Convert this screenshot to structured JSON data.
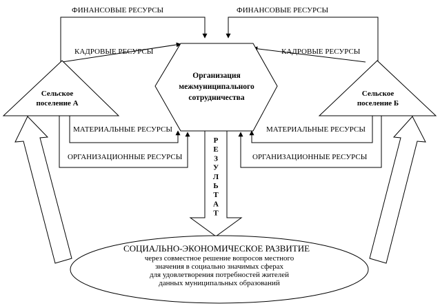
{
  "resources": {
    "financial_left": "ФИНАНСОВЫЕ РЕСУРСЫ",
    "financial_right": "ФИНАНСОВЫЕ РЕСУРСЫ",
    "personnel_left": "КАДРОВЫЕ РЕСУРСЫ",
    "personnel_right": "КАДРОВЫЕ РЕСУРСЫ",
    "material_left": "МАТЕРИАЛЬНЫЕ РЕСУРСЫ",
    "material_right": "МАТЕРИАЛЬНЫЕ РЕСУРСЫ",
    "organizational_left": "ОРГАНИЗАЦИОННЫЕ РЕСУРСЫ",
    "organizational_right": "ОРГАНИЗАЦИОННЫЕ РЕСУРСЫ"
  },
  "settlement_a": {
    "line1": "Сельское",
    "line2": "поселение А"
  },
  "settlement_b": {
    "line1": "Сельское",
    "line2": "поселение Б"
  },
  "center": {
    "line1": "Организация",
    "line2": "межмуниципального",
    "line3": "сотрудничества"
  },
  "result_letters": [
    "Р",
    "Е",
    "З",
    "У",
    "Л",
    "Ь",
    "Т",
    "А",
    "Т"
  ],
  "outcome": {
    "title": "СОЦИАЛЬНО-ЭКОНОМИЧЕСКОЕ РАЗВИТИЕ",
    "line1": "через совместное решение вопросов местного",
    "line2": "значения в социально значимых сферах",
    "line3": "для удовлетворения потребностей жителей",
    "line4": "данных муниципальных образований"
  }
}
